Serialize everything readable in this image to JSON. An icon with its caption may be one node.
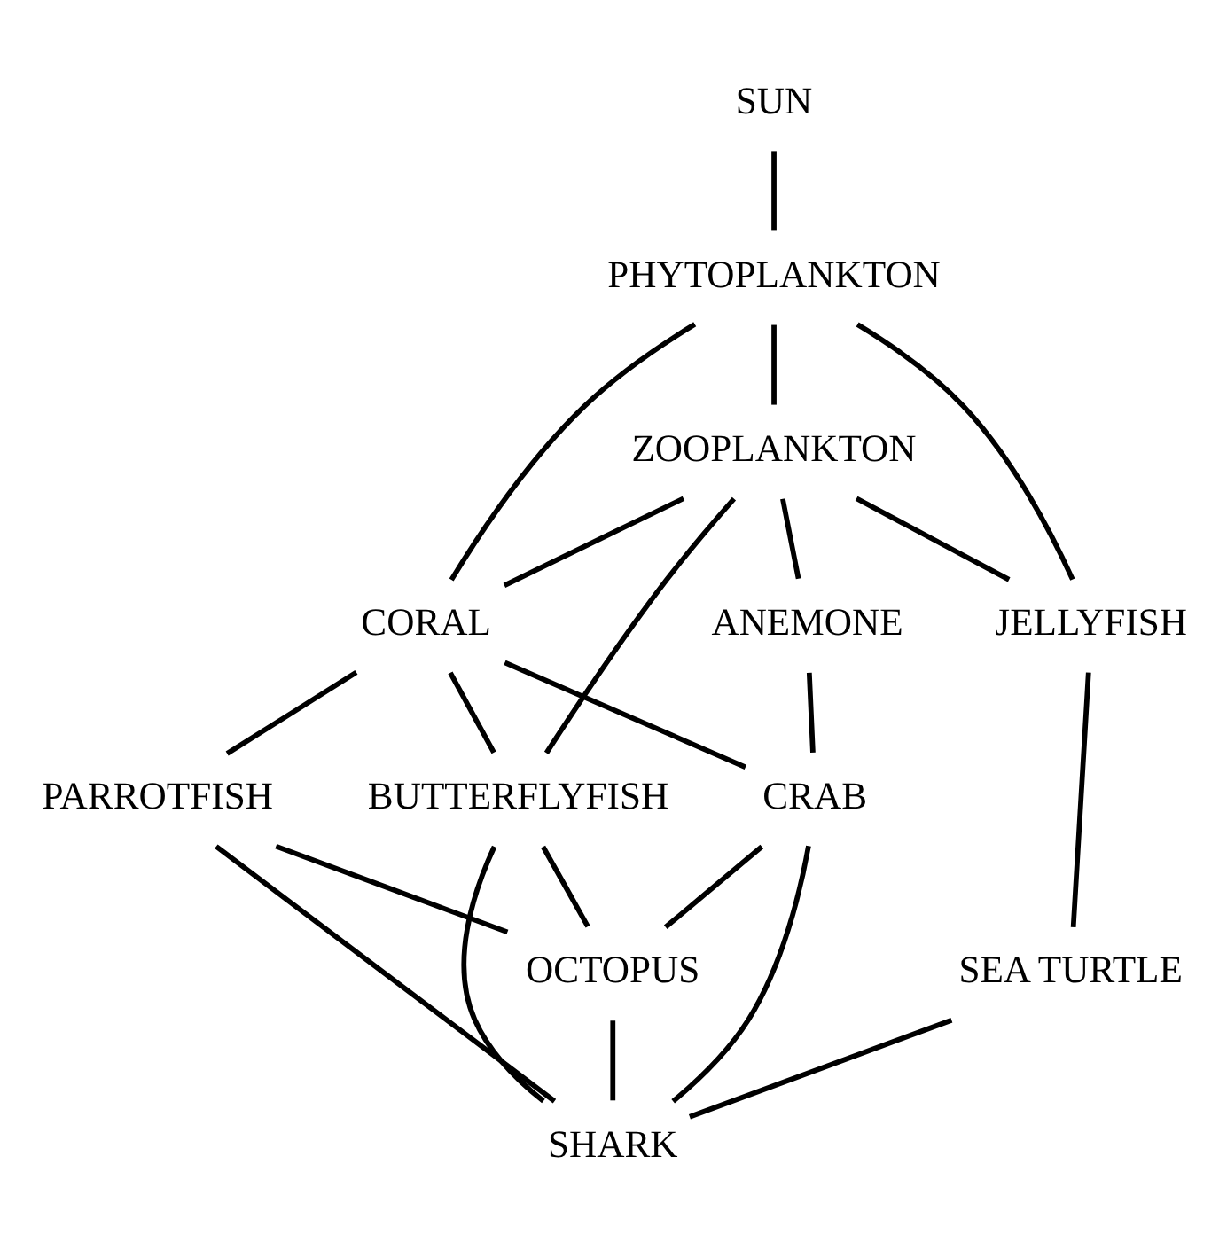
{
  "diagram": {
    "nodes": [
      {
        "text": [
          "SUN"
        ]
      },
      {
        "text": [
          "PHYTOPLANKTON"
        ]
      },
      {
        "text": [
          "ZOOPLANKTON"
        ]
      },
      {
        "text": [
          "JELLYFISH"
        ]
      },
      {
        "text": [
          "CORAL"
        ]
      },
      {
        "text": [
          "ANEMONE"
        ]
      },
      {
        "text": [
          "PARROTFISH"
        ]
      },
      {
        "text": [
          "CRAB"
        ]
      },
      {
        "text": [
          "SEA TURTLE"
        ]
      },
      {
        "text": [
          "BUTTERFLYFISH"
        ]
      },
      {
        "text": [
          "OCTOPUS"
        ]
      },
      {
        "text": [
          "SHARK"
        ]
      }
    ],
    "edges": [
      {
        "from": 0,
        "to": 1,
        "arrow": "none"
      },
      {
        "from": 1,
        "to": 2,
        "arrow": "none"
      },
      {
        "from": 1,
        "to": 3,
        "arrow": "none"
      },
      {
        "from": 1,
        "to": 4,
        "arrow": "none"
      },
      {
        "from": 2,
        "to": 3,
        "arrow": "none"
      },
      {
        "from": 2,
        "to": 4,
        "arrow": "none"
      },
      {
        "from": 2,
        "to": 9,
        "arrow": "none"
      },
      {
        "from": 2,
        "to": 5,
        "arrow": "none"
      },
      {
        "from": 5,
        "to": 7,
        "arrow": "none"
      },
      {
        "from": 3,
        "to": 8,
        "arrow": "none"
      },
      {
        "from": 4,
        "to": 6,
        "arrow": "none"
      },
      {
        "from": 4,
        "to": 9,
        "arrow": "none"
      },
      {
        "from": 4,
        "to": 7,
        "arrow": "none"
      },
      {
        "from": 6,
        "to": 11,
        "arrow": "none"
      },
      {
        "from": 6,
        "to": 10,
        "arrow": "none"
      },
      {
        "from": 8,
        "to": 11,
        "arrow": "none"
      },
      {
        "from": 9,
        "to": 10,
        "arrow": "none"
      },
      {
        "from": 9,
        "to": 11,
        "arrow": "none"
      },
      {
        "from": 7,
        "to": 10,
        "arrow": "none"
      },
      {
        "from": 7,
        "to": 11,
        "arrow": "none"
      },
      {
        "from": 10,
        "to": 11,
        "arrow": "none"
      }
    ]
  }
}
